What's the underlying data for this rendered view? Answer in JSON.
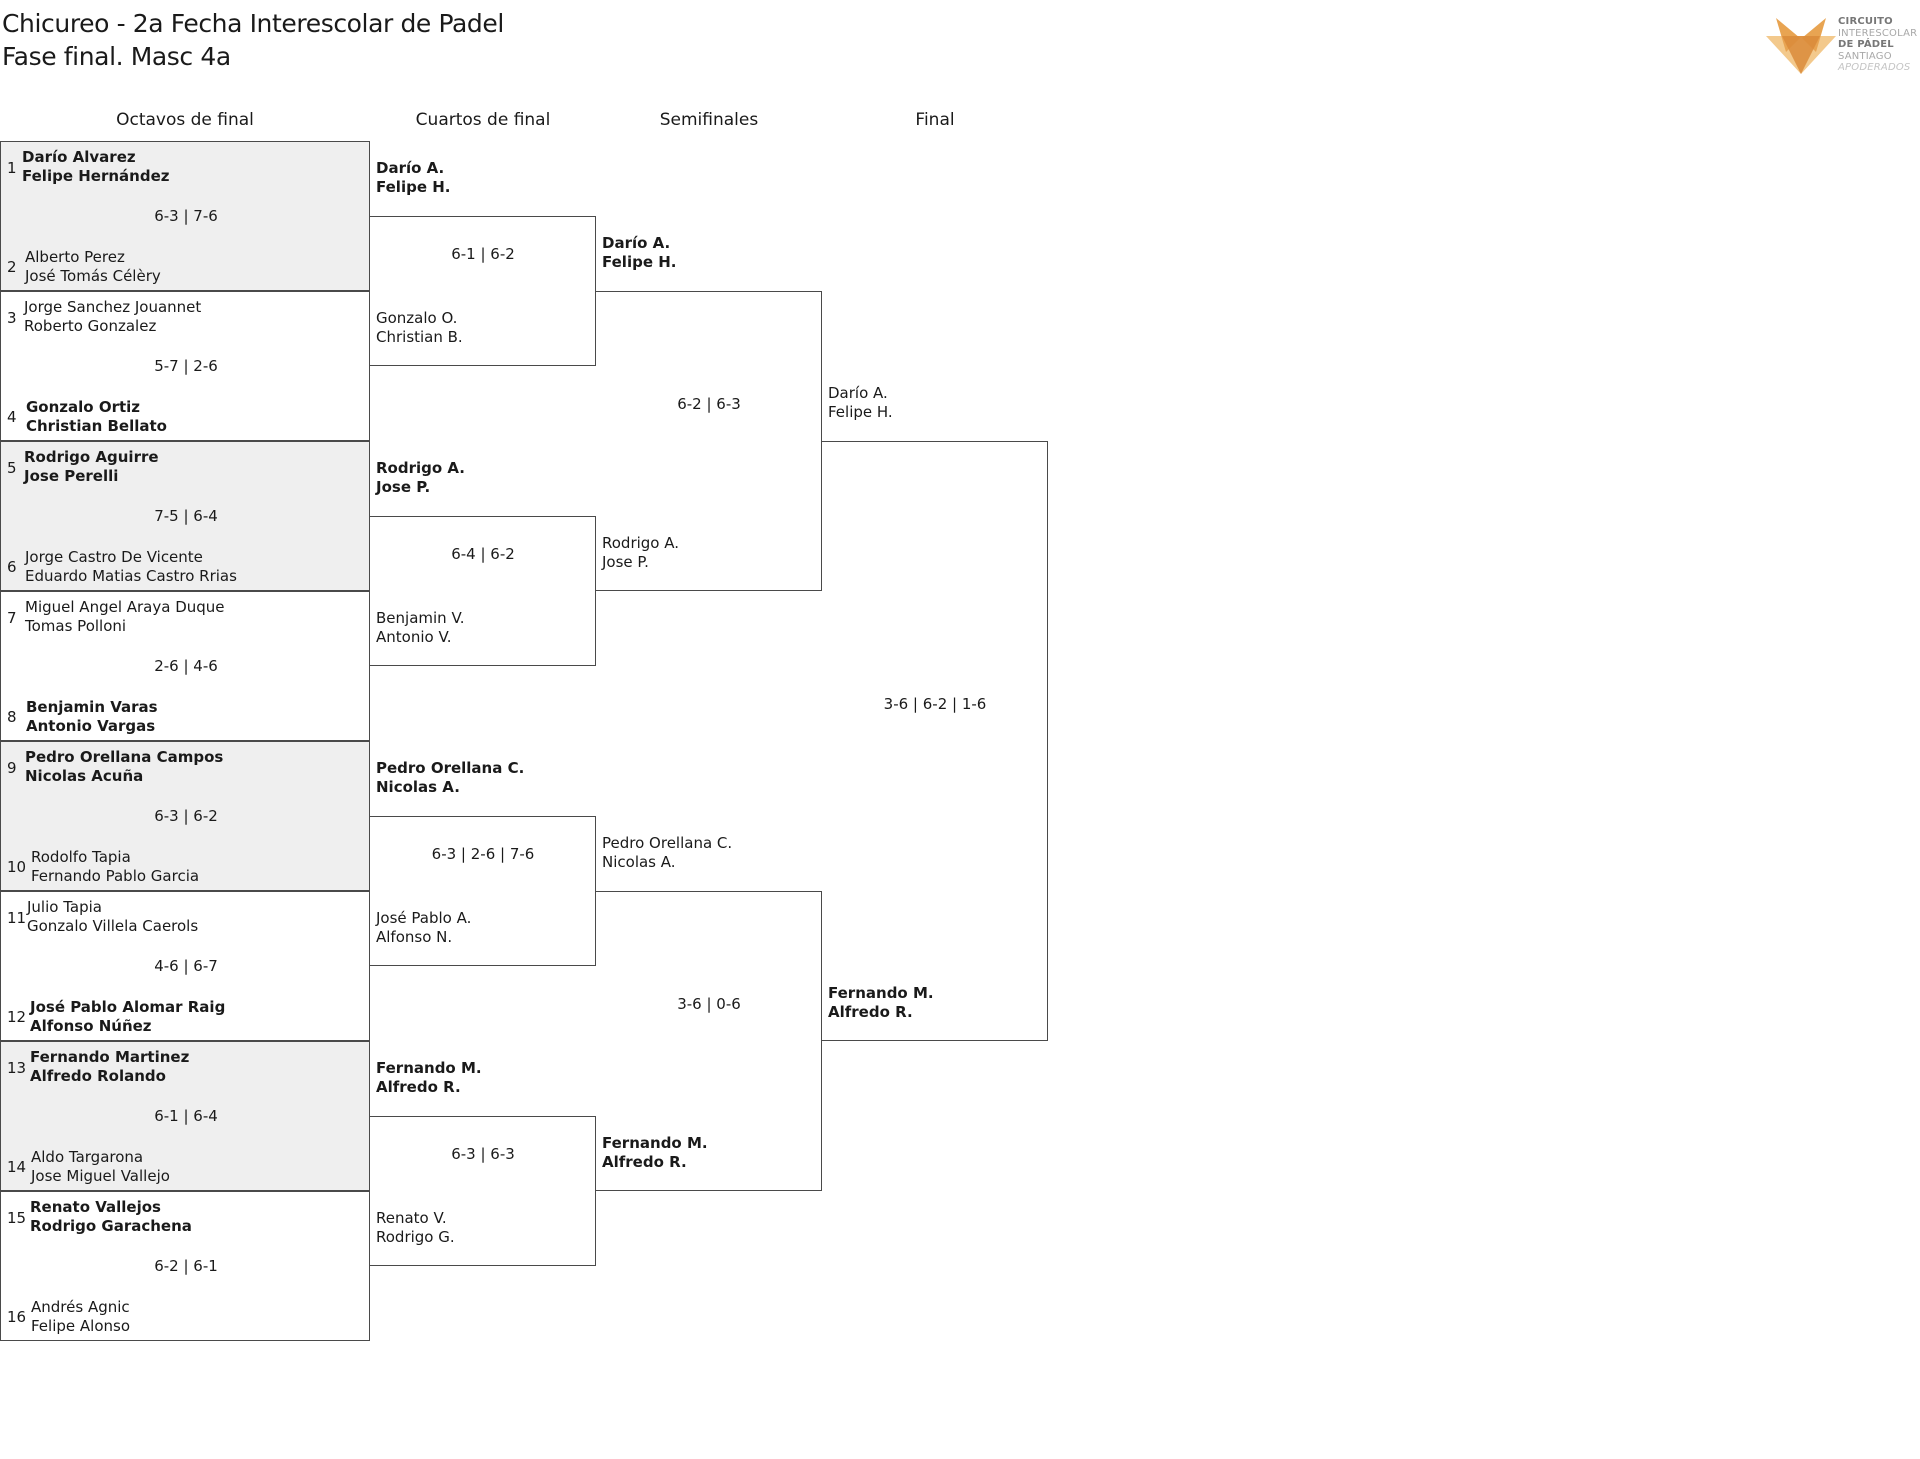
{
  "header": {
    "title_line1": "Chicureo - 2a Fecha Interescolar de Padel",
    "title_line2": "Fase final. Masc 4a"
  },
  "logo": {
    "icon": "fox-head-logo-icon",
    "colors": [
      "#e8a452",
      "#f3c98c",
      "#d98b3a"
    ],
    "line1": "CIRCUITO",
    "line2": "INTERESCOLAR",
    "line3": "DE PÁDEL",
    "line4": "SANTIAGO",
    "line5": "APODERADOS"
  },
  "rounds": [
    "Octavos de final",
    "Cuartos de final",
    "Semifinales",
    "Final"
  ],
  "round_of_16": [
    {
      "score": "6-3 | 7-6",
      "winner": "top",
      "top": {
        "seed": "1",
        "p1": "Darío Alvarez",
        "p2": "Felipe Hernández"
      },
      "bottom": {
        "seed": "2",
        "p1": "Alberto Perez",
        "p2": "José Tomás Célèry"
      }
    },
    {
      "score": "5-7 | 2-6",
      "winner": "bottom",
      "top": {
        "seed": "3",
        "p1": "Jorge Sanchez Jouannet",
        "p2": "Roberto Gonzalez"
      },
      "bottom": {
        "seed": "4",
        "p1": "Gonzalo Ortiz",
        "p2": "Christian Bellato"
      }
    },
    {
      "score": "7-5 | 6-4",
      "winner": "top",
      "top": {
        "seed": "5",
        "p1": "Rodrigo Aguirre",
        "p2": "Jose Perelli"
      },
      "bottom": {
        "seed": "6",
        "p1": "Jorge Castro De Vicente",
        "p2": "Eduardo Matias Castro Rrias"
      }
    },
    {
      "score": "2-6 | 4-6",
      "winner": "bottom",
      "top": {
        "seed": "7",
        "p1": "Miguel Angel Araya Duque",
        "p2": "Tomas Polloni"
      },
      "bottom": {
        "seed": "8",
        "p1": "Benjamin Varas",
        "p2": "Antonio Vargas"
      }
    },
    {
      "score": "6-3 | 6-2",
      "winner": "top",
      "top": {
        "seed": "9",
        "p1": "Pedro Orellana Campos",
        "p2": "Nicolas Acuña"
      },
      "bottom": {
        "seed": "10",
        "p1": "Rodolfo Tapia",
        "p2": "Fernando Pablo Garcia"
      }
    },
    {
      "score": "4-6 | 6-7",
      "winner": "bottom",
      "top": {
        "seed": "11",
        "p1": "Julio Tapia",
        "p2": "Gonzalo Villela Caerols"
      },
      "bottom": {
        "seed": "12",
        "p1": "José Pablo Alomar Raig",
        "p2": "Alfonso Núñez"
      }
    },
    {
      "score": "6-1 | 6-4",
      "winner": "top",
      "top": {
        "seed": "13",
        "p1": "Fernando Martinez",
        "p2": "Alfredo Rolando"
      },
      "bottom": {
        "seed": "14",
        "p1": "Aldo Targarona",
        "p2": "Jose Miguel Vallejo"
      }
    },
    {
      "score": "6-2 | 6-1",
      "winner": "top",
      "top": {
        "seed": "15",
        "p1": "Renato Vallejos",
        "p2": "Rodrigo Garachena"
      },
      "bottom": {
        "seed": "16",
        "p1": "Andrés Agnic",
        "p2": "Felipe Alonso"
      }
    }
  ],
  "quarterfinals": [
    {
      "score": "6-1 | 6-2",
      "winner": "top",
      "top": {
        "p1": "Darío A.",
        "p2": "Felipe H."
      },
      "bottom": {
        "p1": "Gonzalo O.",
        "p2": "Christian B."
      }
    },
    {
      "score": "6-4 | 6-2",
      "winner": "top",
      "top": {
        "p1": "Rodrigo A.",
        "p2": "Jose P."
      },
      "bottom": {
        "p1": "Benjamin V.",
        "p2": "Antonio V."
      }
    },
    {
      "score": "6-3 | 2-6 | 7-6",
      "winner": "top",
      "top": {
        "p1": "Pedro Orellana C.",
        "p2": "Nicolas A."
      },
      "bottom": {
        "p1": "José Pablo A.",
        "p2": "Alfonso N."
      }
    },
    {
      "score": "6-3 | 6-3",
      "winner": "top",
      "top": {
        "p1": "Fernando M.",
        "p2": "Alfredo R."
      },
      "bottom": {
        "p1": "Renato V.",
        "p2": "Rodrigo G."
      }
    }
  ],
  "semifinals": [
    {
      "score": "6-2 | 6-3",
      "winner": "top",
      "top": {
        "p1": "Darío A.",
        "p2": "Felipe H."
      },
      "bottom": {
        "p1": "Rodrigo A.",
        "p2": "Jose P."
      }
    },
    {
      "score": "3-6 | 0-6",
      "winner": "bottom",
      "top": {
        "p1": "Pedro Orellana C.",
        "p2": "Nicolas A."
      },
      "bottom": {
        "p1": "Fernando M.",
        "p2": "Alfredo R."
      }
    }
  ],
  "final": {
    "score": "3-6 | 6-2 | 1-6",
    "winner": "bottom",
    "top": {
      "p1": "Darío A.",
      "p2": "Felipe H."
    },
    "bottom": {
      "p1": "Fernando M.",
      "p2": "Alfredo R."
    }
  }
}
